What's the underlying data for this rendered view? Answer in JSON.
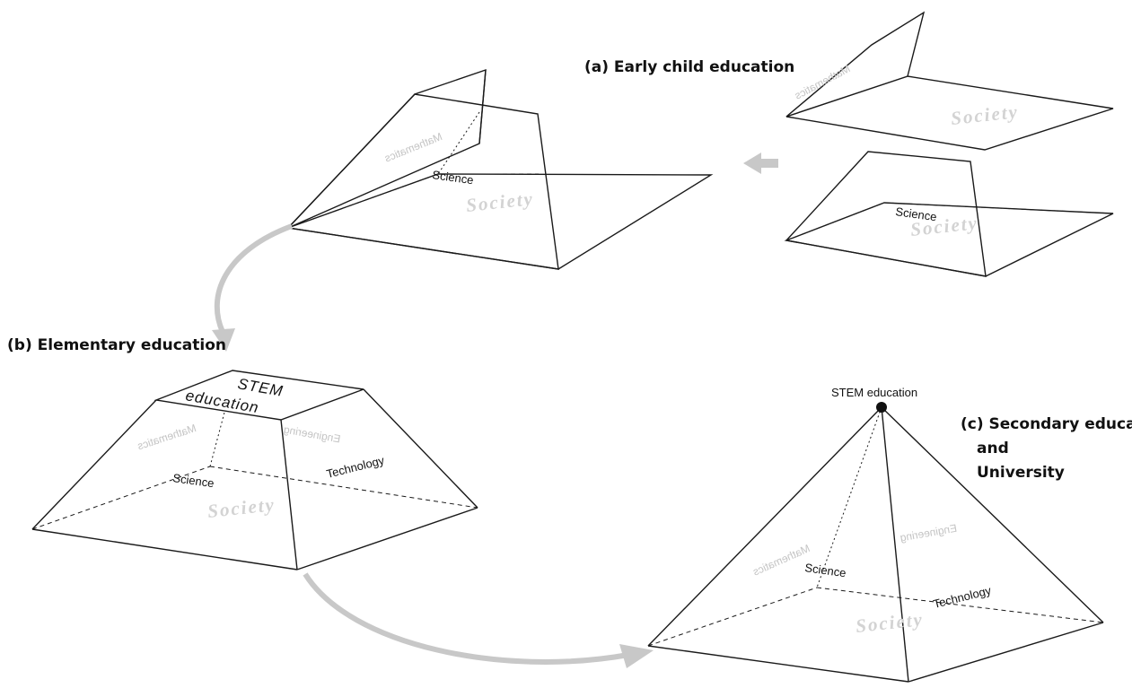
{
  "stages": {
    "a": {
      "heading": "(a) Early child education"
    },
    "b": {
      "heading": "(b) Elementary education"
    },
    "c": {
      "heading_line1": "(c) Secondary education",
      "heading_line2": "and",
      "heading_line3": "University"
    }
  },
  "labels": {
    "mathematics": "Mathematics",
    "science": "Science",
    "society": "Society",
    "technology": "Technology",
    "engineering": "Engineering",
    "stem_top_line1": "STEM",
    "stem_top_line2": "education",
    "stem_apex": "STEM education"
  },
  "colors": {
    "line": "#1a1a1a",
    "faint_text": "#c4c4c4",
    "arrow": "#c8c8c8"
  }
}
